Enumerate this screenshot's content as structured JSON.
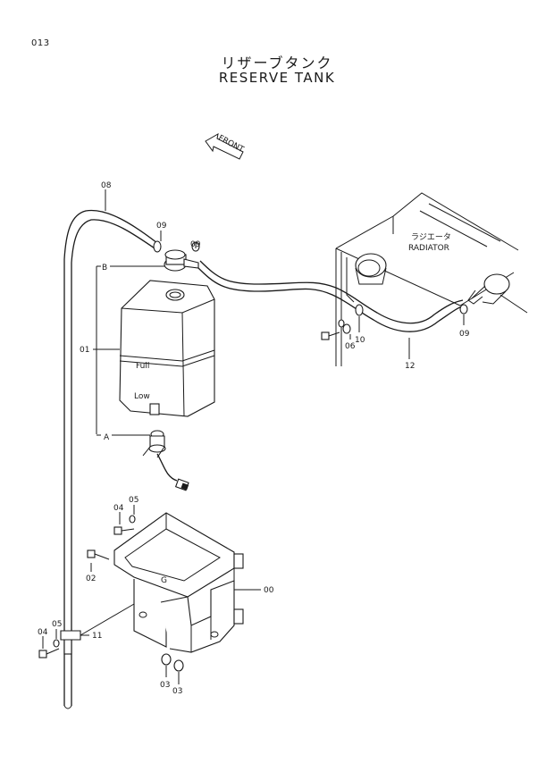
{
  "header": {
    "page_number": "013",
    "title_jp": "リザーブタンク",
    "title_en": "RESERVE TANK"
  },
  "orientation": {
    "front_label": "FRONT"
  },
  "radiator": {
    "label_jp": "ラジエータ",
    "label_en": "RADIATOR"
  },
  "tank_marks": {
    "upper": "Full",
    "lower": "Low"
  },
  "ports": {
    "a": "A",
    "b": "B"
  },
  "callouts": {
    "c00": "00",
    "c01": "01",
    "c02": "02",
    "c03a": "03",
    "c03b": "03",
    "c04a": "04",
    "c04b": "04",
    "c05a": "05",
    "c05b": "05",
    "c06": "06",
    "c08": "08",
    "c09a": "09",
    "c09b": "09",
    "c09c": "09",
    "c10": "10",
    "c11": "11",
    "c12": "12"
  }
}
